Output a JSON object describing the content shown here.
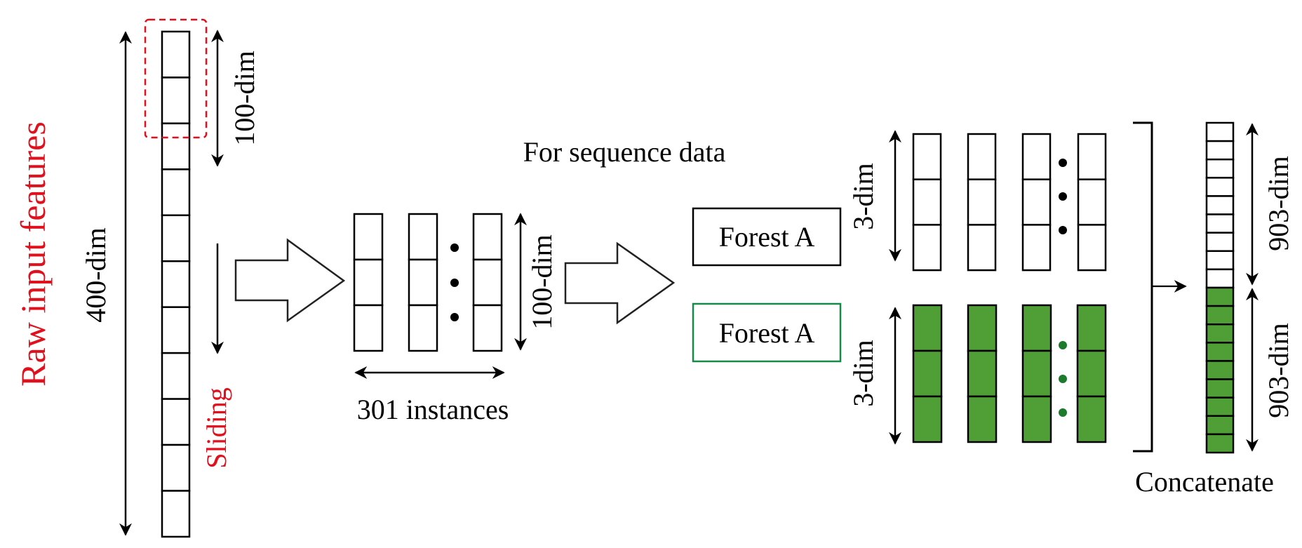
{
  "colors": {
    "red": "#e0101c",
    "green_fill": "#4f9f36",
    "green_border": "#168a48",
    "green_dot": "#1c7a2c",
    "black": "#000000"
  },
  "left": {
    "title": "Raw input features",
    "total_dim_label": "400-dim",
    "window_dim_label": "100-dim",
    "sliding_label": "Sliding",
    "segments": 11
  },
  "middle": {
    "caption": "For sequence data",
    "instances_label": "301 instances",
    "dim_label": "100-dim",
    "columns_shown": 3
  },
  "forests": [
    {
      "label": "Forest A",
      "variant": "plain"
    },
    {
      "label": "Forest A",
      "variant": "green"
    }
  ],
  "outputs": {
    "top_dim_label": "3-dim",
    "bottom_dim_label": "3-dim",
    "columns_shown": 4
  },
  "concat": {
    "label": "Concatenate",
    "top_dim_label": "903-dim",
    "bottom_dim_label": "903-dim",
    "top_segments": 9,
    "bottom_segments": 9
  }
}
